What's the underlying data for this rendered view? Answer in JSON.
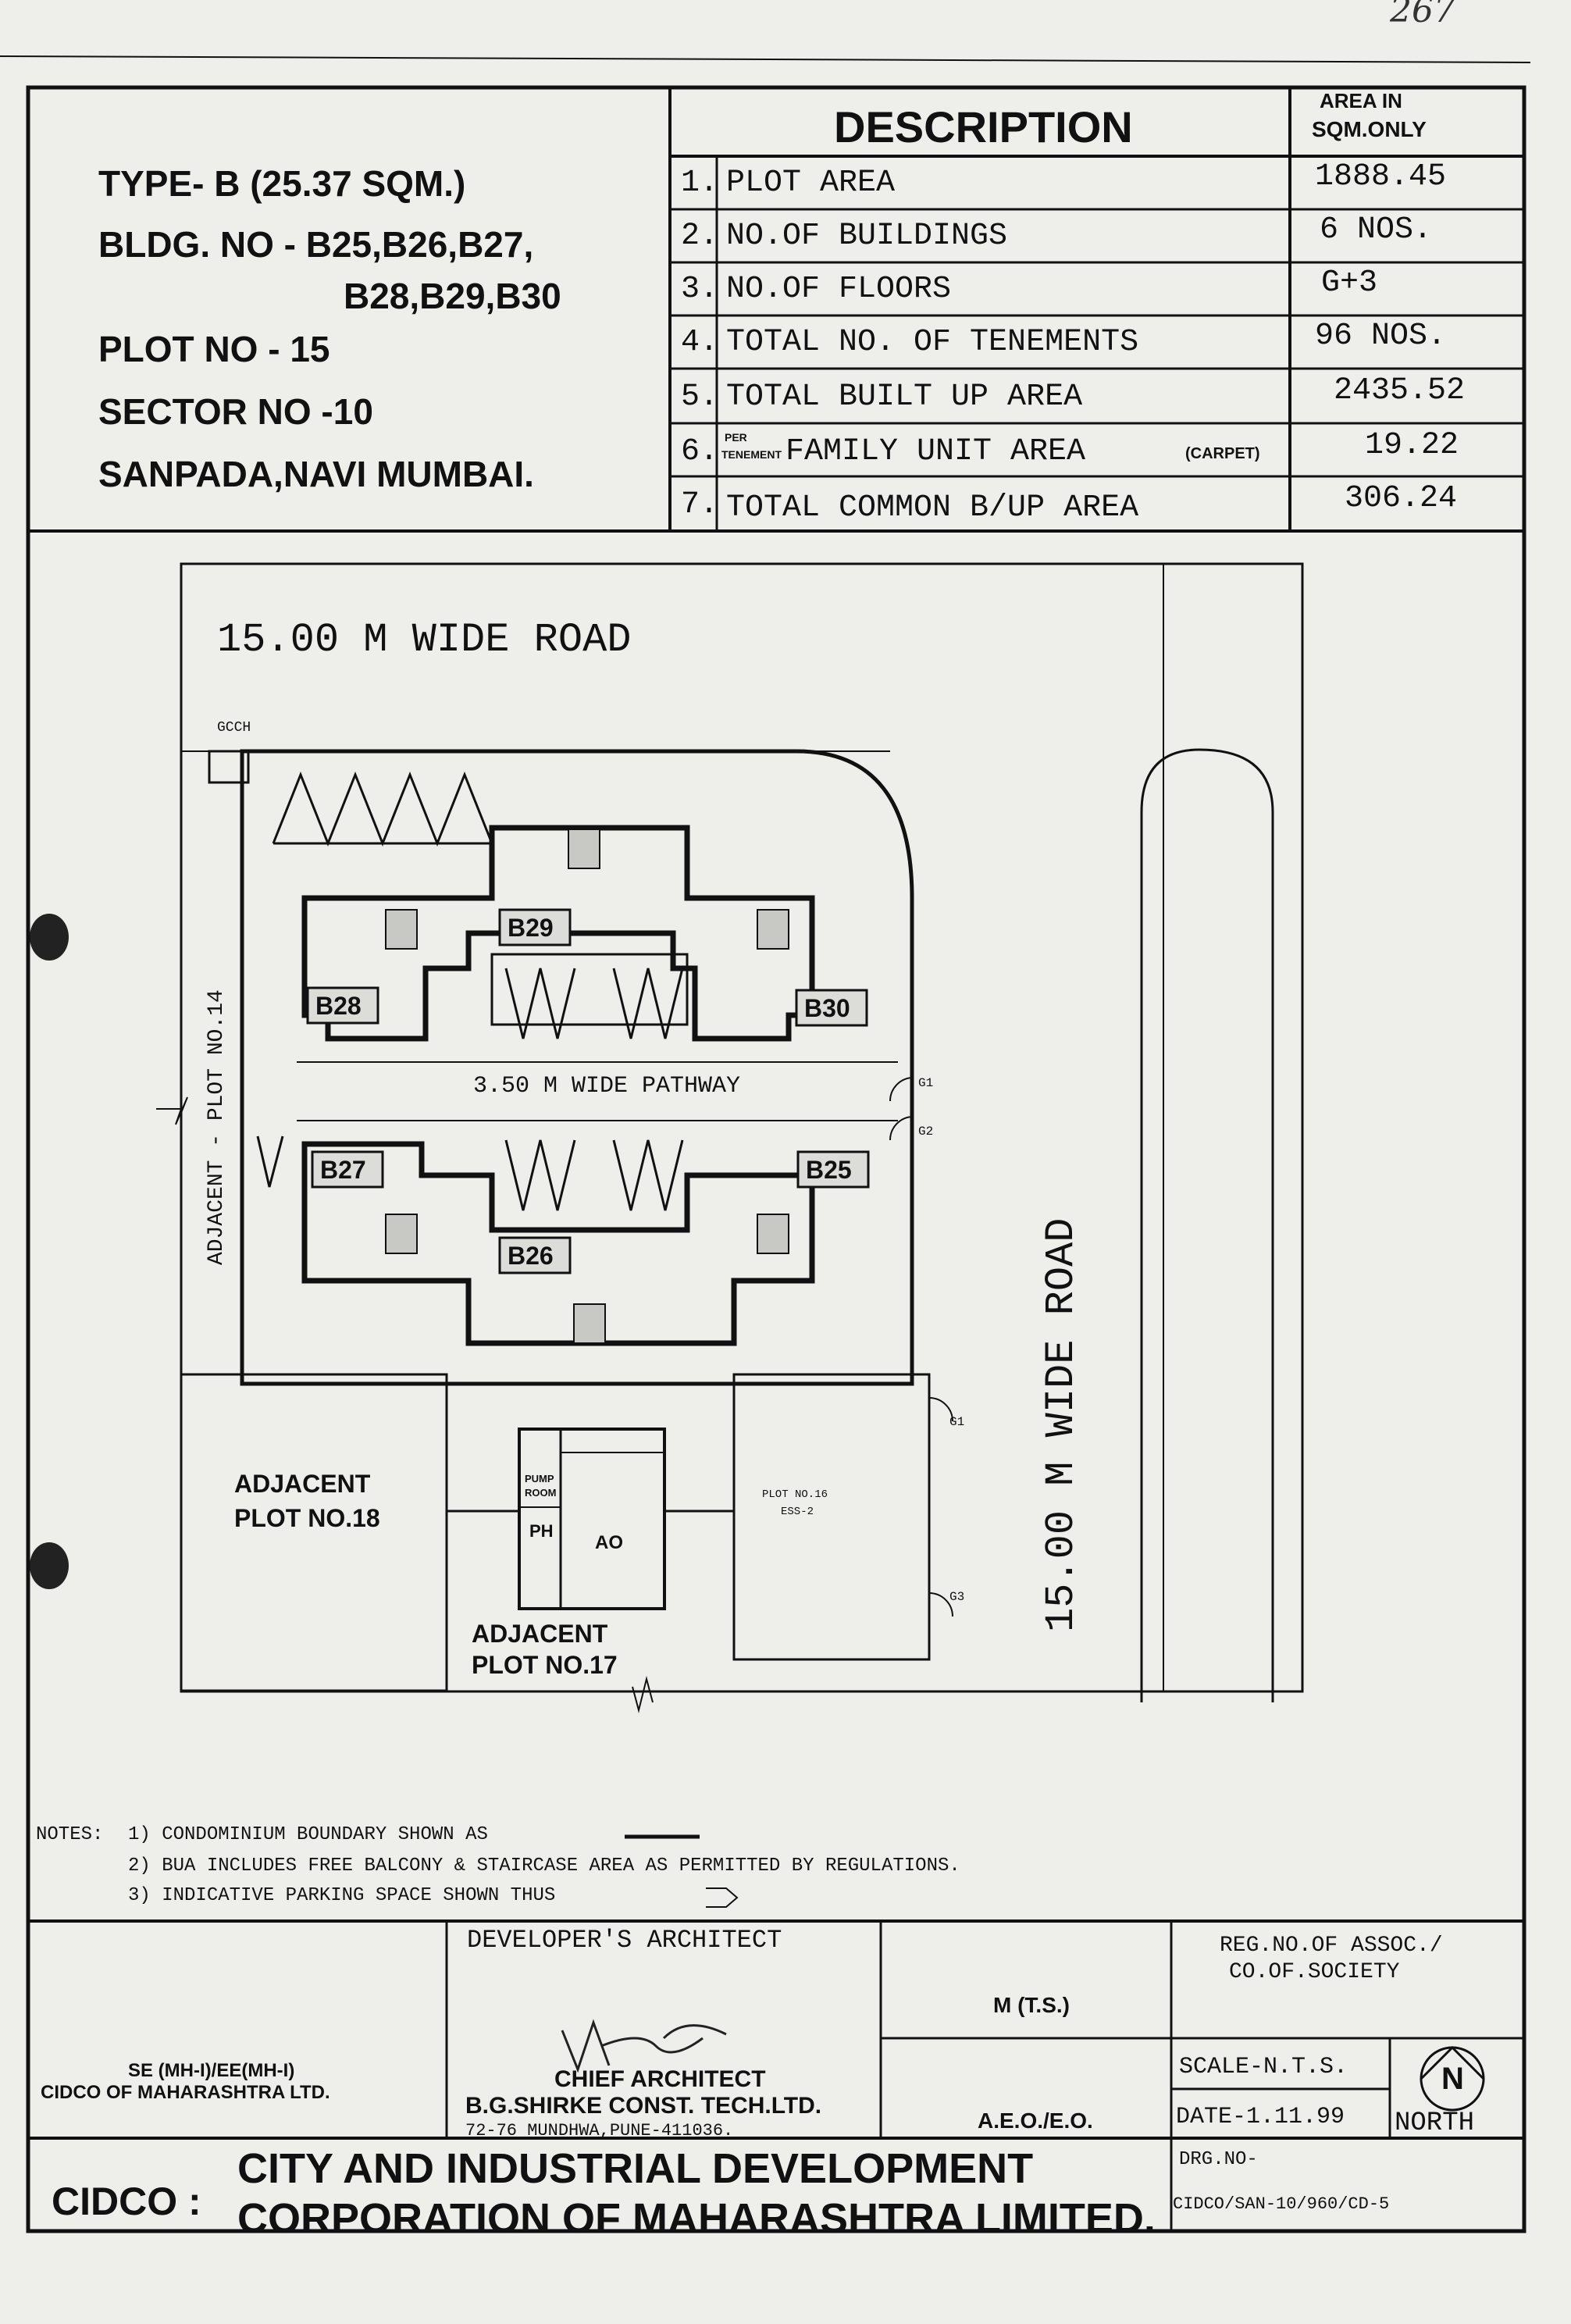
{
  "corner_mark": "267",
  "header": {
    "type": "TYPE- B (25.37  SQM.)",
    "bldg_line1": "BLDG. NO - B25,B26,B27,",
    "bldg_line2": "B28,B29,B30",
    "plot": "PLOT NO  -  15",
    "sector": "SECTOR NO -10",
    "location": "SANPADA,NAVI MUMBAI."
  },
  "description_table": {
    "title": "DESCRIPTION",
    "area_header_line1": "AREA IN",
    "area_header_line2": "SQM.ONLY",
    "rows": [
      {
        "no": "1.",
        "label": "PLOT  AREA",
        "value": "1888.45"
      },
      {
        "no": "2.",
        "label": "NO.OF  BUILDINGS",
        "value": "6  NOS."
      },
      {
        "no": "3.",
        "label": "NO.OF  FLOORS",
        "value": "G+3"
      },
      {
        "no": "4.",
        "label": "TOTAL  NO.  OF  TENEMENTS",
        "value": "96  NOS."
      },
      {
        "no": "5.",
        "label": "TOTAL  BUILT  UP  AREA",
        "value": "2435.52"
      },
      {
        "no": "6.",
        "label_prefix1": "PER",
        "label_prefix2": "TENEMENT",
        "label": "FAMILY  UNIT  AREA",
        "label_suffix": "(CARPET)",
        "value": "19.22"
      },
      {
        "no": "7.",
        "label": "TOTAL  COMMON  B/UP  AREA",
        "value": "306.24"
      }
    ]
  },
  "site_plan": {
    "road_top": "15.00  M  WIDE  ROAD",
    "road_right": "15.00  M  WIDE  ROAD",
    "adjacent_left": "ADJACENT - PLOT NO.14",
    "gcch": "GCCH",
    "pathway": "3.50  M  WIDE  PATHWAY",
    "buildings": [
      "B28",
      "B29",
      "B30",
      "B27",
      "B26",
      "B25"
    ],
    "adjacent_18_line1": "ADJACENT",
    "adjacent_18_line2": "PLOT NO.18",
    "adjacent_17_line1": "ADJACENT",
    "adjacent_17_line2": "PLOT NO.17",
    "plot_16_line1": "PLOT NO.16",
    "plot_16_line2": "ESS-2",
    "ph": "PH",
    "ao": "AO",
    "pump_line1": "PUMP",
    "pump_line2": "ROOM",
    "gate_g1a": "G1",
    "gate_g2": "G2",
    "gate_g1b": "G1",
    "gate_g3": "G3"
  },
  "notes": {
    "prefix": "NOTES:",
    "n1": "1)  CONDOMINIUM  BOUNDARY  SHOWN  AS",
    "n2": "2)  BUA  INCLUDES  FREE  BALCONY  &  STAIRCASE  AREA  AS  PERMITTED  BY  REGULATIONS.",
    "n3": "3)  INDICATIVE  PARKING  SPACE  SHOWN  THUS"
  },
  "title_block": {
    "dev_architect": "DEVELOPER'S  ARCHITECT",
    "mts": "M (T.S.)",
    "reg_line1": "REG.NO.OF  ASSOC./",
    "reg_line2": "CO.OF.SOCIETY",
    "se_line1": "SE (MH-I)/EE(MH-I)",
    "se_line2": "CIDCO OF MAHARASHTRA LTD.",
    "chief_architect": "CHIEF ARCHITECT",
    "firm": "B.G.SHIRKE CONST. TECH.LTD.",
    "address": "72-76  MUNDHWA,PUNE-411036.",
    "aeo": "A.E.O./E.O.",
    "scale": "SCALE-N.T.S.",
    "date": "DATE-1.11.99",
    "north": "NORTH",
    "north_letter": "N",
    "cidco": "CIDCO :",
    "corp_line1": "CITY AND INDUSTRIAL DEVELOPMENT",
    "corp_line2": "CORPORATION OF MAHARASHTRA LIMITED.",
    "drg_label": "DRG.NO-",
    "drg_no": "CIDCO/SAN-10/960/CD-5"
  },
  "colors": {
    "ink": "#111111",
    "paper": "#eeeeea",
    "shade": "#c8c8c4"
  }
}
